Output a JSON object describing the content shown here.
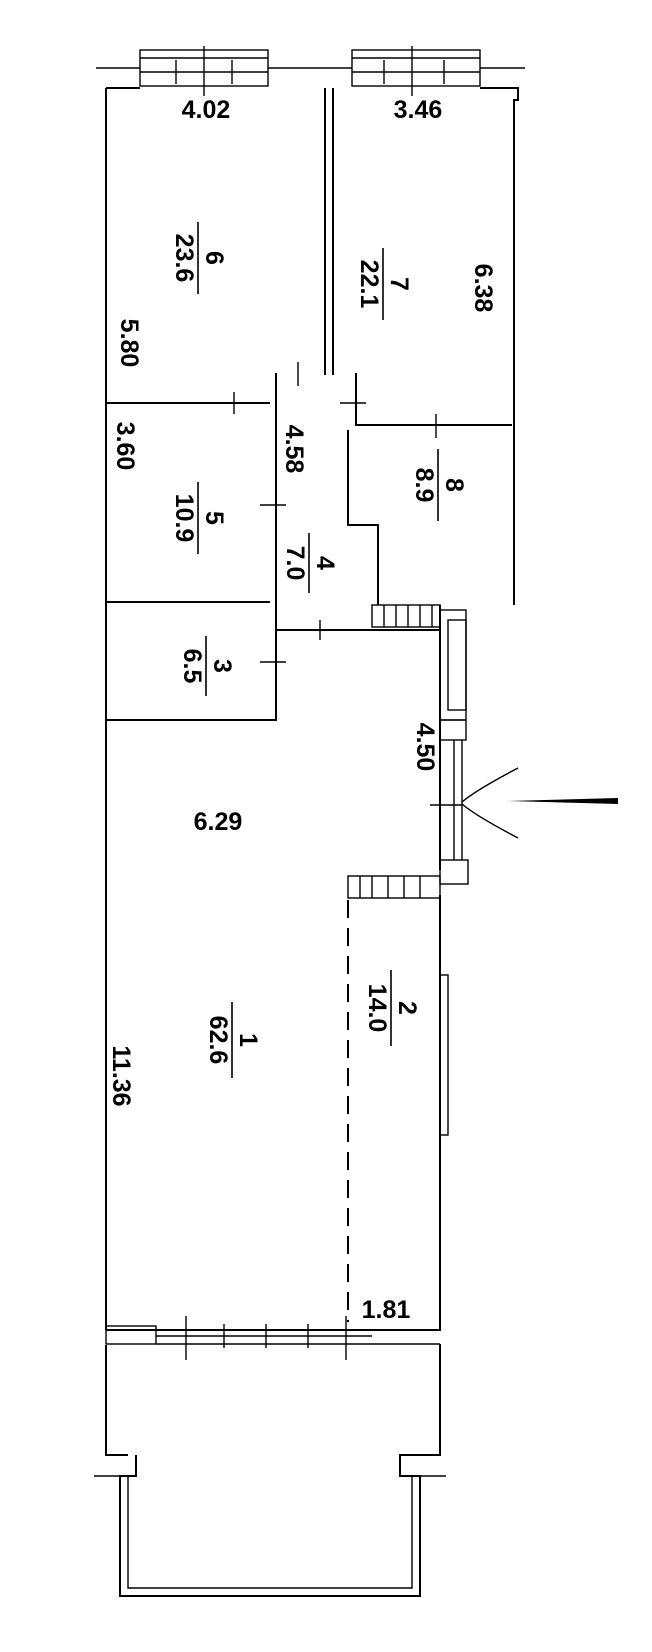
{
  "rooms": [
    {
      "number": "1",
      "area": "62.6"
    },
    {
      "number": "2",
      "area": "14.0"
    },
    {
      "number": "3",
      "area": "6.5"
    },
    {
      "number": "4",
      "area": "7.0"
    },
    {
      "number": "5",
      "area": "10.9"
    },
    {
      "number": "6",
      "area": "23.6"
    },
    {
      "number": "7",
      "area": "22.1"
    },
    {
      "number": "8",
      "area": "8.9"
    }
  ],
  "dimensions": {
    "room6_width": "4.02",
    "room7_width": "3.46",
    "room7_length": "6.38",
    "room6_length": "5.80",
    "room5_length": "3.60",
    "corridor_length": "4.58",
    "entry_length": "4.50",
    "hall_width": "6.29",
    "living_length": "11.36",
    "balcony_width": "1.81"
  },
  "icons": {
    "entrance_arrow": "entrance-arrow-icon"
  }
}
